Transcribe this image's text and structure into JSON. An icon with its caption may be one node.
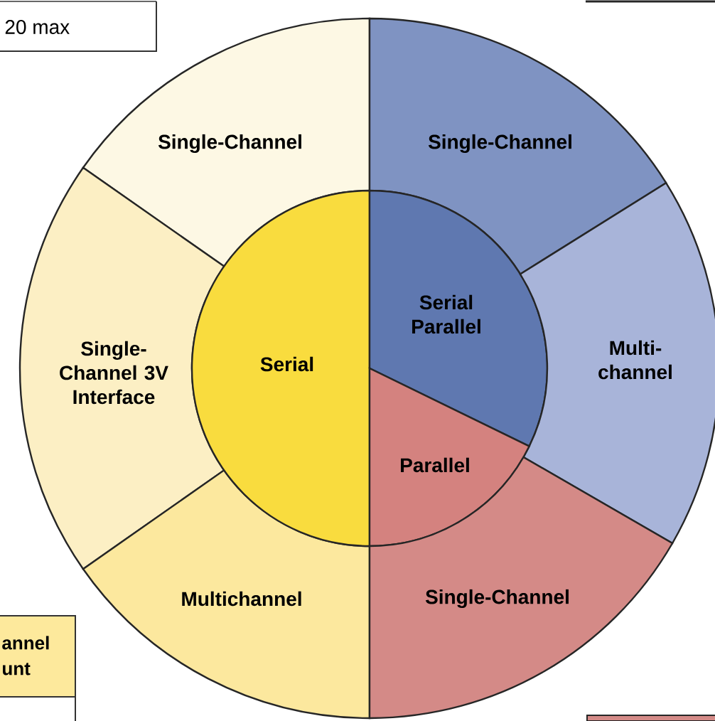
{
  "diagram": {
    "nodes": [
      {
        "text": [
          "Single-Channel"
        ]
      },
      {
        "text": [
          "Single-Channel 3V Interface"
        ]
      },
      {
        "text": [
          "Multichannel"
        ]
      },
      {
        "text": [
          "Serial"
        ]
      },
      {
        "text": [
          "Single-Channel"
        ]
      },
      {
        "text": [
          "Serial Parallel"
        ]
      },
      {
        "text": [
          "Multi-channel"
        ]
      },
      {
        "text": [
          "Parallel"
        ]
      },
      {
        "text": [
          "Single-Channel"
        ]
      }
    ],
    "labels": [
      "20 max",
      "annel unt"
    ]
  }
}
